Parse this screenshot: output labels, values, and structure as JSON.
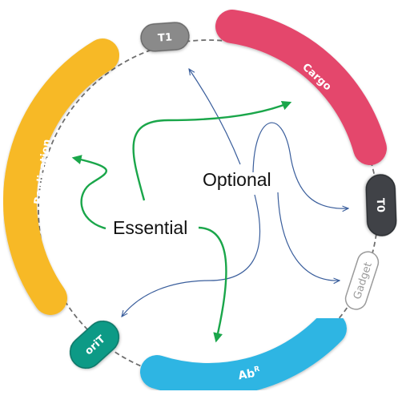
{
  "segments": [
    {
      "id": "replication",
      "label": "Replication",
      "color": "#f7b928"
    },
    {
      "id": "cargo",
      "label": "Cargo",
      "color": "#e4476c"
    },
    {
      "id": "abr",
      "label": "Ab",
      "sup": "R",
      "color": "#2fb5e3"
    },
    {
      "id": "t1",
      "label": "T1",
      "color": "#8a8a8a"
    },
    {
      "id": "t0",
      "label": "T0",
      "color": "#3f4347"
    },
    {
      "id": "orit",
      "label": "oriT",
      "color": "#0f9a86"
    },
    {
      "id": "gadget",
      "label": "Gadget",
      "color": "#ffffff",
      "text_color": "#9a9a9a"
    }
  ],
  "labels": {
    "essential": "Essential",
    "optional": "Optional"
  },
  "colors": {
    "essential_arrow": "#1aa64a",
    "optional_arrow": "#3a5e9c",
    "backbone": "#6f6f6f"
  }
}
